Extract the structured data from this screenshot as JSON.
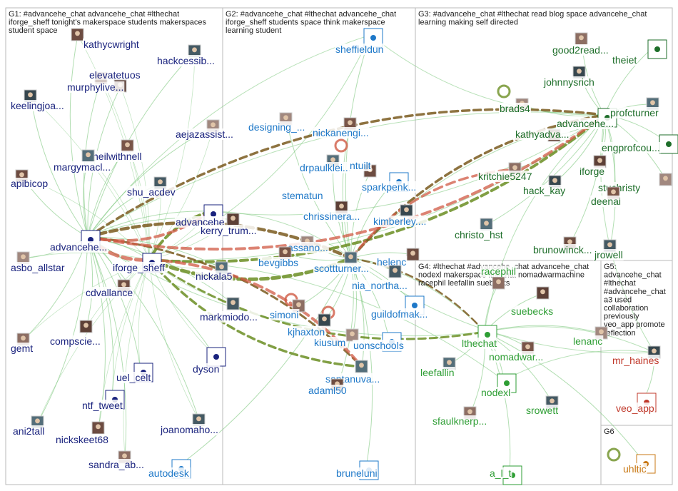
{
  "colors": {
    "group_1": "#1a237e",
    "group_2": "#1e78c8",
    "group_3": "#1e6e2a",
    "group_4": "#2e9e34",
    "group_5": "#c0392b",
    "group_6": "#c87814",
    "edge_green": "#7ec87e",
    "edge_brown": "#7a5a1e",
    "edge_olive": "#6b8e23",
    "edge_red": "#d05a44"
  },
  "groups": [
    {
      "id": "G1",
      "lines": [
        "G1: #advancehe_chat advancehe_chat #lthechat",
        "iforge_sheff tonight's makerspace students makerspaces",
        "student space"
      ]
    },
    {
      "id": "G2",
      "lines": [
        "G2: #advancehe_chat #lthechat advancehe_chat",
        "iforge_sheff students space think makerspace",
        "learning student"
      ]
    },
    {
      "id": "G3",
      "lines": [
        "G3: #advancehe_chat #lthechat read blog space advancehe_chat",
        "learning making self directed"
      ]
    },
    {
      "id": "G4",
      "lines": [
        "G4: #lthechat #advancehe_chat advancehe_chat",
        "nodexl makerspace lthechat nomadwarmachine",
        "racephil leefallin suebecks"
      ]
    },
    {
      "id": "G5",
      "lines": [
        "G5:",
        "advancehe_chat",
        "#lthechat",
        "#advancehe_chat",
        "a3 used",
        "collaboration",
        "previously",
        "veo_app promote",
        "reflection"
      ]
    },
    {
      "id": "G6",
      "lines": [
        "G6"
      ]
    }
  ],
  "nodes": [
    {
      "label": "kathycwright",
      "group": 1,
      "icon": "avatar"
    },
    {
      "label": "hackcessib...",
      "group": 1,
      "icon": "avatar"
    },
    {
      "label": "elevatetuos",
      "group": 1,
      "icon": "avatar"
    },
    {
      "label": "murphylive...",
      "group": 1,
      "icon": "avatar"
    },
    {
      "label": "keelingjoa...",
      "group": 1,
      "icon": "avatar"
    },
    {
      "label": "aejazassist...",
      "group": 1,
      "icon": "avatar"
    },
    {
      "label": "neilwithnell",
      "group": 1,
      "icon": "avatar"
    },
    {
      "label": "margymacl...",
      "group": 1,
      "icon": "avatar"
    },
    {
      "label": "apibicop",
      "group": 1,
      "icon": "avatar"
    },
    {
      "label": "shu_acdev",
      "group": 1,
      "icon": "avatar"
    },
    {
      "label": "advancehe",
      "group": 1,
      "icon": "logo"
    },
    {
      "label": "kerry_trum...",
      "group": 1,
      "icon": "avatar"
    },
    {
      "label": "advancehe...",
      "group": 1,
      "icon": "logo"
    },
    {
      "label": "asbo_allstar",
      "group": 1,
      "icon": "avatar"
    },
    {
      "label": "iforge_sheff",
      "group": 1,
      "icon": "logo"
    },
    {
      "label": "nickala5",
      "group": 1,
      "icon": "avatar"
    },
    {
      "label": "cdvallance",
      "group": 1,
      "icon": "avatar"
    },
    {
      "label": "markmiodo...",
      "group": 1,
      "icon": "avatar"
    },
    {
      "label": "gemt",
      "group": 1,
      "icon": "avatar"
    },
    {
      "label": "compscie...",
      "group": 1,
      "icon": "avatar"
    },
    {
      "label": "dyson",
      "group": 1,
      "icon": "logo"
    },
    {
      "label": "uel_celt",
      "group": 1,
      "icon": "logo"
    },
    {
      "label": "ntf_tweet",
      "group": 1,
      "icon": "logo"
    },
    {
      "label": "ani2tall",
      "group": 1,
      "icon": "avatar"
    },
    {
      "label": "nickskeet68",
      "group": 1,
      "icon": "avatar"
    },
    {
      "label": "joanomaho...",
      "group": 1,
      "icon": "avatar"
    },
    {
      "label": "sandra_ab...",
      "group": 1,
      "icon": "avatar"
    },
    {
      "label": "autodesk",
      "group": 2,
      "icon": "logo"
    },
    {
      "label": "sheffieldun",
      "group": 2,
      "icon": "logo"
    },
    {
      "label": "designing_...",
      "group": 2,
      "icon": "avatar"
    },
    {
      "label": "nickanengi...",
      "group": 2,
      "icon": "avatar"
    },
    {
      "label": "drpaulklei...",
      "group": 2,
      "icon": "avatar"
    },
    {
      "label": "ntuilt",
      "group": 2,
      "icon": "avatar"
    },
    {
      "label": "sparkpenk...",
      "group": 2,
      "icon": "logo"
    },
    {
      "label": "stematun",
      "group": 2,
      "icon": "avatar"
    },
    {
      "label": "chrissinera...",
      "group": 2,
      "icon": "avatar"
    },
    {
      "label": "kimberley....",
      "group": 2,
      "icon": "avatar"
    },
    {
      "label": "assano...",
      "group": 2,
      "icon": "avatar"
    },
    {
      "label": "bevgibbs",
      "group": 2,
      "icon": "avatar"
    },
    {
      "label": "scottturner...",
      "group": 2,
      "icon": "avatar"
    },
    {
      "label": "helenc",
      "group": 2,
      "icon": "avatar"
    },
    {
      "label": "nia_northa...",
      "group": 2,
      "icon": "avatar"
    },
    {
      "label": "simoni",
      "group": 2,
      "icon": "avatar"
    },
    {
      "label": "guildofmak...",
      "group": 2,
      "icon": "logo"
    },
    {
      "label": "kjhaxton",
      "group": 2,
      "icon": "avatar"
    },
    {
      "label": "kiusum",
      "group": 2,
      "icon": "avatar"
    },
    {
      "label": "uonschools",
      "group": 2,
      "icon": "logo"
    },
    {
      "label": "santanuva...",
      "group": 2,
      "icon": "avatar"
    },
    {
      "label": "adaml50",
      "group": 2,
      "icon": "avatar"
    },
    {
      "label": "bruneluni",
      "group": 2,
      "icon": "logo"
    },
    {
      "label": "good2read...",
      "group": 3,
      "icon": "avatar"
    },
    {
      "label": "theiet",
      "group": 3,
      "icon": "logo"
    },
    {
      "label": "johnnysrich",
      "group": 3,
      "icon": "avatar"
    },
    {
      "label": "brads4",
      "group": 3,
      "icon": "avatar"
    },
    {
      "label": "advancehe...",
      "group": 3,
      "icon": "logo"
    },
    {
      "label": "profcturner",
      "group": 3,
      "icon": "avatar"
    },
    {
      "label": "kathyadva...",
      "group": 3,
      "icon": "avatar"
    },
    {
      "label": "engprofcou...",
      "group": 3,
      "icon": "logo"
    },
    {
      "label": "kritchie5247",
      "group": 3,
      "icon": "avatar"
    },
    {
      "label": "iforge",
      "group": 3,
      "icon": "avatar"
    },
    {
      "label": "hack_kay",
      "group": 3,
      "icon": "avatar"
    },
    {
      "label": "stuchristy",
      "group": 3,
      "icon": "avatar"
    },
    {
      "label": "deenai",
      "group": 3,
      "icon": "avatar"
    },
    {
      "label": "christo_hst",
      "group": 3,
      "icon": "avatar"
    },
    {
      "label": "brunowinck...",
      "group": 3,
      "icon": "avatar"
    },
    {
      "label": "jrowell",
      "group": 3,
      "icon": "avatar"
    },
    {
      "label": "racephil",
      "group": 4,
      "icon": "avatar"
    },
    {
      "label": "suebecks",
      "group": 4,
      "icon": "avatar"
    },
    {
      "label": "lthechat",
      "group": 4,
      "icon": "logo"
    },
    {
      "label": "lenanc",
      "group": 4,
      "icon": "avatar"
    },
    {
      "label": "nomadwar...",
      "group": 4,
      "icon": "avatar"
    },
    {
      "label": "leefallin",
      "group": 4,
      "icon": "avatar"
    },
    {
      "label": "nodexl",
      "group": 4,
      "icon": "logo"
    },
    {
      "label": "srowett",
      "group": 4,
      "icon": "avatar"
    },
    {
      "label": "sfaulknerp...",
      "group": 4,
      "icon": "avatar"
    },
    {
      "label": "a_l_t",
      "group": 4,
      "icon": "logo"
    },
    {
      "label": "mr_haines",
      "group": 5,
      "icon": "avatar"
    },
    {
      "label": "veo_app",
      "group": 5,
      "icon": "logo"
    },
    {
      "label": "uhltic",
      "group": 6,
      "icon": "logo"
    }
  ]
}
